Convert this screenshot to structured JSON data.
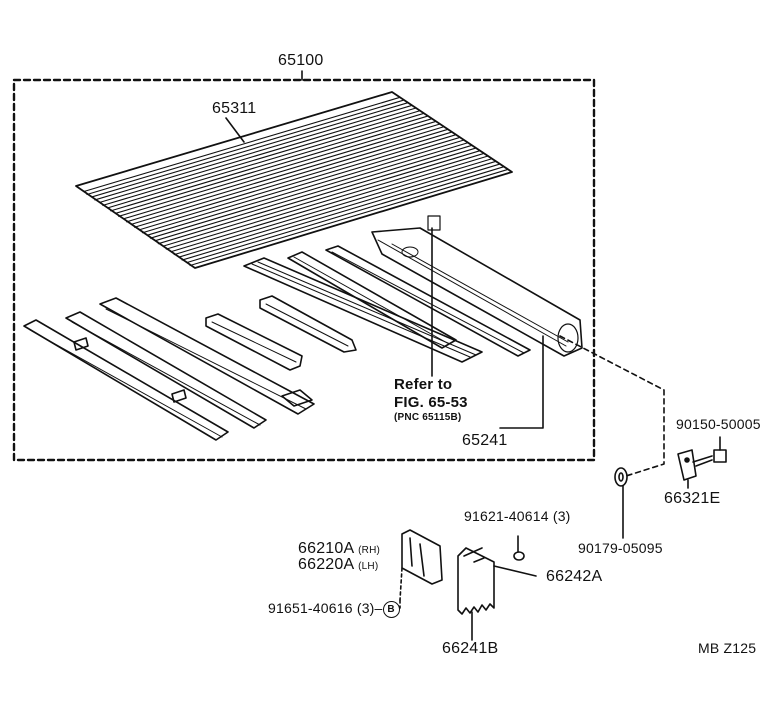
{
  "labels": {
    "assembly": "65100",
    "floor_panel": "65311",
    "refer_line1": "Refer to",
    "refer_line2": "FIG. 65-53",
    "refer_line3": "(PNC 65115B)",
    "crossmember": "65241",
    "bolt": "90150-50005",
    "bracket": "66321E",
    "washer": "90179-05095",
    "screw": "91621-40614",
    "screw_qty": "(3)",
    "mudguard_bracket": "66242A",
    "rh_part": "66210A",
    "rh_side": "(RH)",
    "lh_part": "66220A",
    "lh_side": "(LH)",
    "bolt2": "91651-40616",
    "bolt2_qty": "(3)",
    "ref_circle": "B",
    "mudguard": "66241B",
    "drawing_code": "MB  Z125"
  }
}
